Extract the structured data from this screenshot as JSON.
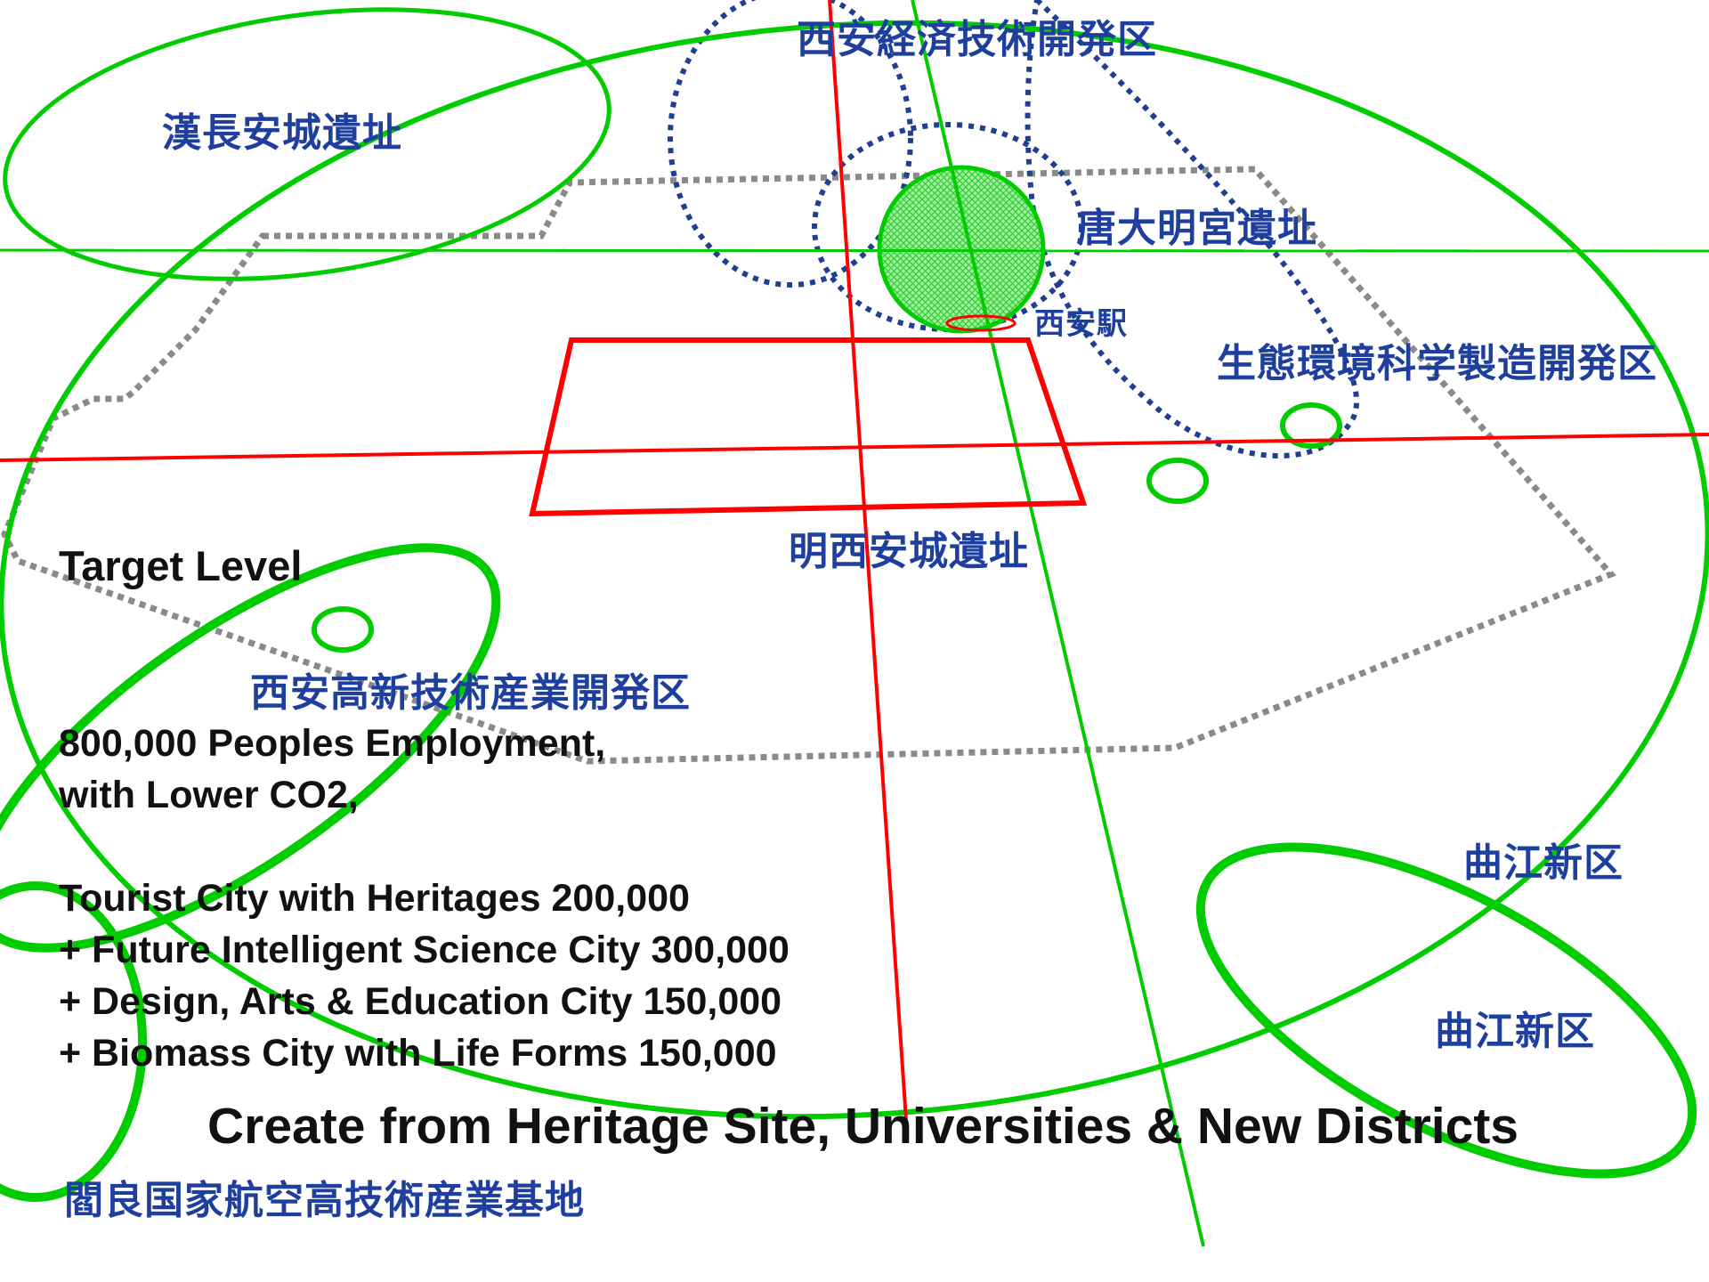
{
  "map": {
    "colors": {
      "green": "#00cc00",
      "green_fill": "#66ee66",
      "red": "#ff0000",
      "navy_dots": "#1f3f8f",
      "gray_dots": "#8a8a8a",
      "label_blue": "#1f3f9f",
      "text": "#111111"
    },
    "labels": {
      "xian_econ_tech": "西安経済技術開発区",
      "han_changan": "漢長安城遺址",
      "tang_daminggong": "唐大明宮遺址",
      "xian_station": "西安駅",
      "eco_env_science": "生態環境科学製造開発区",
      "ming_xian_city": "明西安城遺址",
      "xian_hi_tech": "西安高新技術産業開発区",
      "qujiang_1": "曲江新区",
      "qujiang_2": "曲江新区",
      "yanliang": "閻良国家航空高技術産業基地"
    }
  },
  "target": {
    "heading": "Target Level",
    "lines": [
      "800,000 Peoples Employment,",
      "with Lower CO2,",
      "",
      "Tourist City with Heritages 200,000",
      "+ Future Intelligent Science City 300,000",
      "+ Design, Arts & Education City 150,000",
      "+ Biomass City with Life Forms 150,000"
    ]
  },
  "headline": "Create from Heritage Site, Universities & New Districts"
}
